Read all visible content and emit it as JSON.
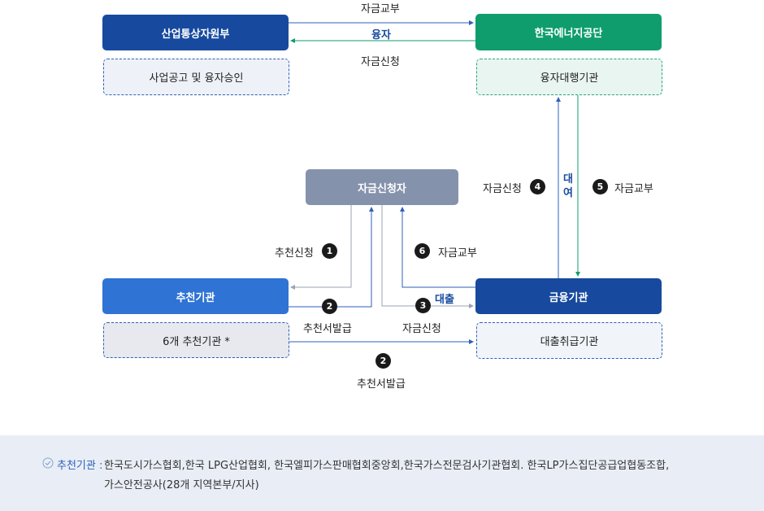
{
  "nodes": {
    "ministry": "산업통상자원부",
    "ministry_role": "사업공고 및 융자승인",
    "energy_agency": "한국에너지공단",
    "energy_role": "융자대행기관",
    "applicant": "자금신청자",
    "recommender": "추천기관",
    "recommender_role": "6개 추천기관 *",
    "bank": "금융기관",
    "bank_role": "대출취급기관"
  },
  "edges": {
    "top_disburse": "자금교부",
    "top_loan": "융자",
    "top_apply": "자금신청",
    "step1": {
      "num": "1",
      "label": "추천신청"
    },
    "step2a": {
      "num": "2",
      "label": "추천서발급"
    },
    "step2b": {
      "num": "2",
      "label": "추천서발급"
    },
    "step3": {
      "num": "3",
      "label": "자금신청"
    },
    "step3_tag": "대출",
    "step4": {
      "num": "4",
      "label": "자금신청"
    },
    "step5": {
      "num": "5",
      "label": "자금교부"
    },
    "step6": {
      "num": "6",
      "label": "자금교부"
    },
    "lend": [
      "대",
      "여"
    ]
  },
  "footer": {
    "title": "추천기관 :",
    "line1": "한국도시가스협회,한국 LPG산업협회, 한국엘피가스판매협회중앙회,한국가스전문검사기관협회.  한국LP가스집단공급업협동조합,",
    "line2": "가스안전공사(28개 지역본부/지사)",
    "check_icon": "check-circle-icon"
  },
  "colors": {
    "navy": "#174a9e",
    "green": "#0f9d6e",
    "blue": "#2f73d4",
    "grey": "#8592ac"
  }
}
